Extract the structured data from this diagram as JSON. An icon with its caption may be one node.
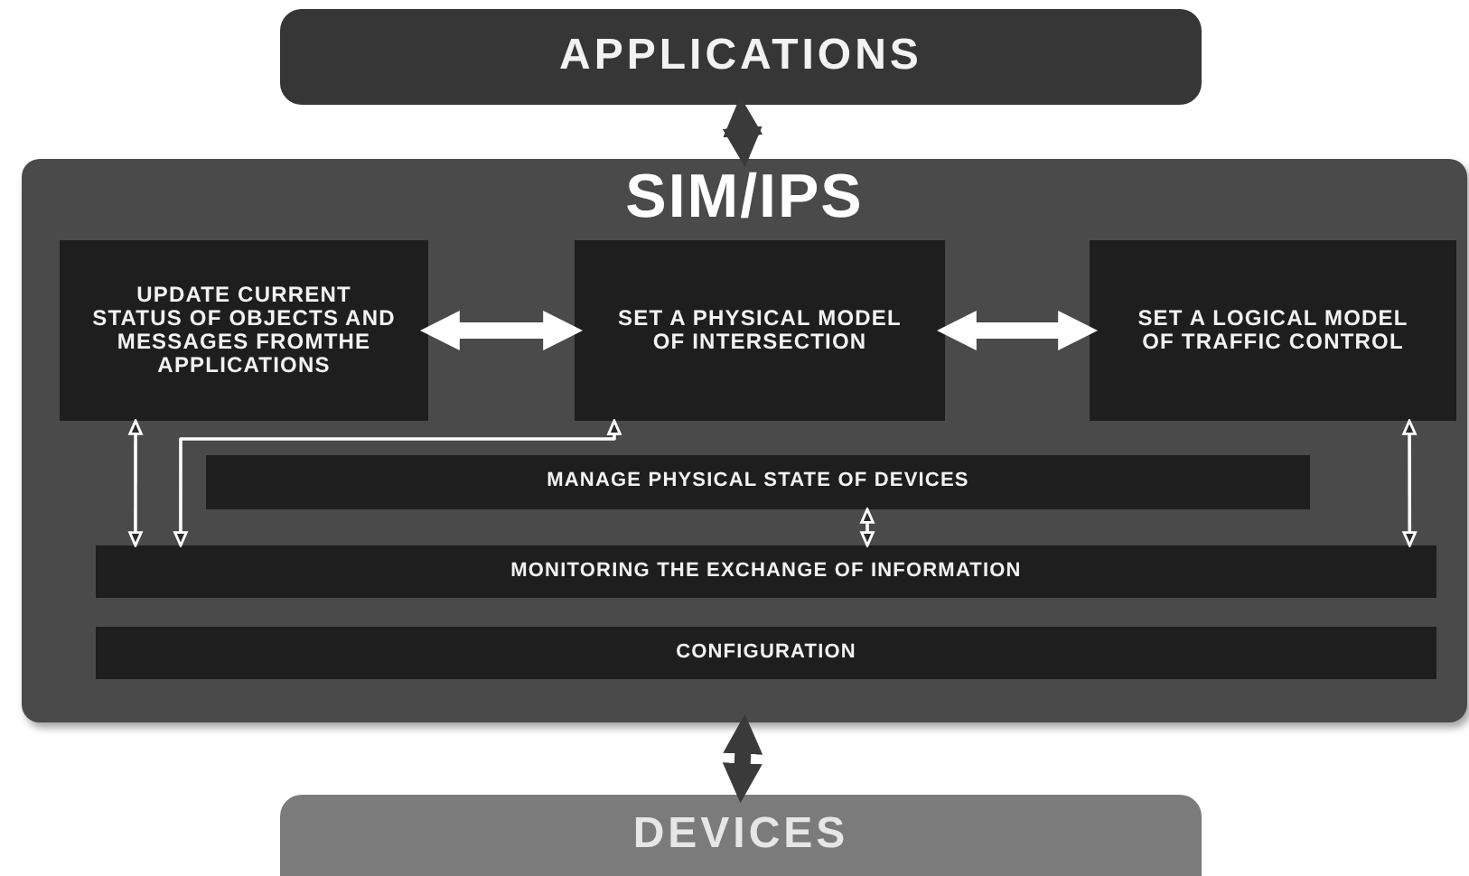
{
  "diagram": {
    "nodes": [
      {
        "text": [
          "APPLICATIONS"
        ]
      },
      {
        "text": [
          "SIM/IPS"
        ]
      },
      {
        "text": [
          "UPDATE CURRENT STATUS OF OBJECTS AND MESSAGES FROMTHE APPLICATIONS"
        ],
        "in": 1
      },
      {
        "text": [
          "SET A PHYSICAL MODEL OF INTERSECTION"
        ],
        "in": 1
      },
      {
        "text": [
          "SET A LOGICAL MODEL OF TRAFFIC CONTROL"
        ],
        "in": 1
      },
      {
        "text": [
          "MANAGE PHYSICAL STATE OF DEVICES"
        ],
        "in": 1
      },
      {
        "text": [
          "MONITORING THE EXCHANGE OF INFORMATION"
        ],
        "in": 1
      },
      {
        "text": [
          "CONFIGURATION"
        ],
        "in": 1
      },
      {
        "text": [
          "DEVICES"
        ]
      }
    ],
    "edges": [
      {
        "from": 0,
        "to": 1,
        "arrow": "both",
        "style": "thick",
        "color": "#3a3a3a"
      },
      {
        "from": 2,
        "to": 3,
        "arrow": "both",
        "style": "thick"
      },
      {
        "from": 3,
        "to": 4,
        "arrow": "both",
        "style": "thick"
      },
      {
        "from": 2,
        "to": 6,
        "arrow": "both"
      },
      {
        "from": 3,
        "to": 6,
        "arrow": "both"
      },
      {
        "from": 5,
        "to": 6,
        "arrow": "both"
      },
      {
        "from": 4,
        "to": 6,
        "arrow": "both"
      },
      {
        "from": 1,
        "to": 8,
        "arrow": "both",
        "style": "thick",
        "color": "#3a3a3a"
      }
    ]
  }
}
